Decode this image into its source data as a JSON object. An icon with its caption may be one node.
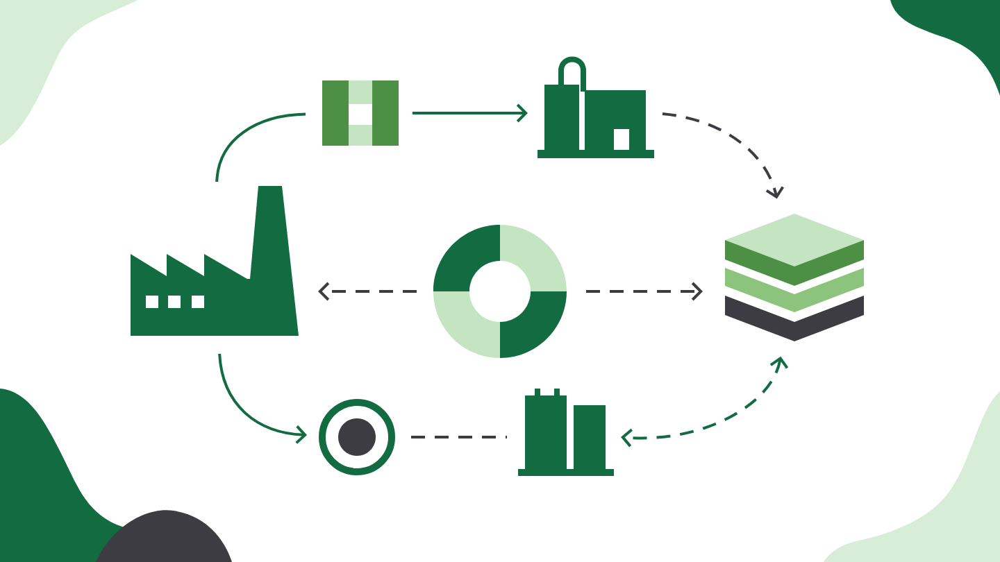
{
  "diagram": {
    "nodes": [
      {
        "text": [],
        "shape": "picture"
      },
      {
        "text": [],
        "shape": "picture"
      },
      {
        "text": [],
        "shape": "picture"
      },
      {
        "text": [],
        "shape": "circle"
      },
      {
        "text": [],
        "shape": "picture"
      },
      {
        "text": [],
        "shape": "circle"
      },
      {
        "text": [],
        "shape": "picture"
      }
    ],
    "edges": [
      {
        "from": 2,
        "to": 0,
        "arrow": "none",
        "color": "#136b42"
      },
      {
        "from": 0,
        "to": 1,
        "arrow": "to",
        "color": "#136b42"
      },
      {
        "from": 1,
        "to": 4,
        "arrow": "to",
        "style": "dashed"
      },
      {
        "from": 3,
        "to": 2,
        "arrow": "to",
        "style": "dashed"
      },
      {
        "from": 3,
        "to": 4,
        "arrow": "to",
        "style": "dashed"
      },
      {
        "from": 2,
        "to": 5,
        "arrow": "to",
        "color": "#136b42"
      },
      {
        "from": 5,
        "to": 6,
        "arrow": "none",
        "style": "dashed"
      },
      {
        "from": 4,
        "to": 6,
        "arrow": "both",
        "style": "dashed",
        "color": "#136b42"
      }
    ]
  }
}
